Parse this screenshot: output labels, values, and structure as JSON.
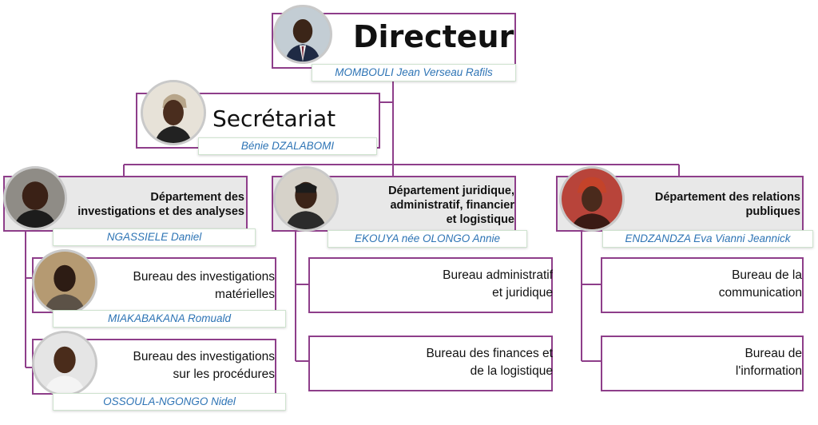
{
  "director": {
    "title": "Directeur",
    "name": "MOMBOULI Jean Verseau Rafils"
  },
  "secretariat": {
    "title": "Secrétariat",
    "name": "Bénie DZALABOMI"
  },
  "departments": [
    {
      "title": "Département des\ninvestigations et des analyses",
      "name": "NGASSIELE Daniel",
      "bureaus": [
        {
          "title": "Bureau des investigations\nmatérielles",
          "name": "MIAKABAKANA Romuald"
        },
        {
          "title": "Bureau des investigations\nsur les procédures",
          "name": "OSSOULA-NGONGO Nidel"
        }
      ]
    },
    {
      "title": "Département juridique,\nadministratif, financier\net logistique",
      "name": "EKOUYA née OLONGO Annie",
      "bureaus": [
        {
          "title": "Bureau administratif\net juridique"
        },
        {
          "title": "Bureau des finances et\nde la logistique"
        }
      ]
    },
    {
      "title": "Département des relations\npubliques",
      "name": "ENDZANDZA Eva Vianni Jeannick",
      "bureaus": [
        {
          "title": "Bureau de la\ncommunication"
        },
        {
          "title": "Bureau de\nl'information"
        }
      ]
    }
  ],
  "colors": {
    "border": "#8e3e8a",
    "name_text": "#2e74b5",
    "header_fill": "#e8e8e8"
  }
}
